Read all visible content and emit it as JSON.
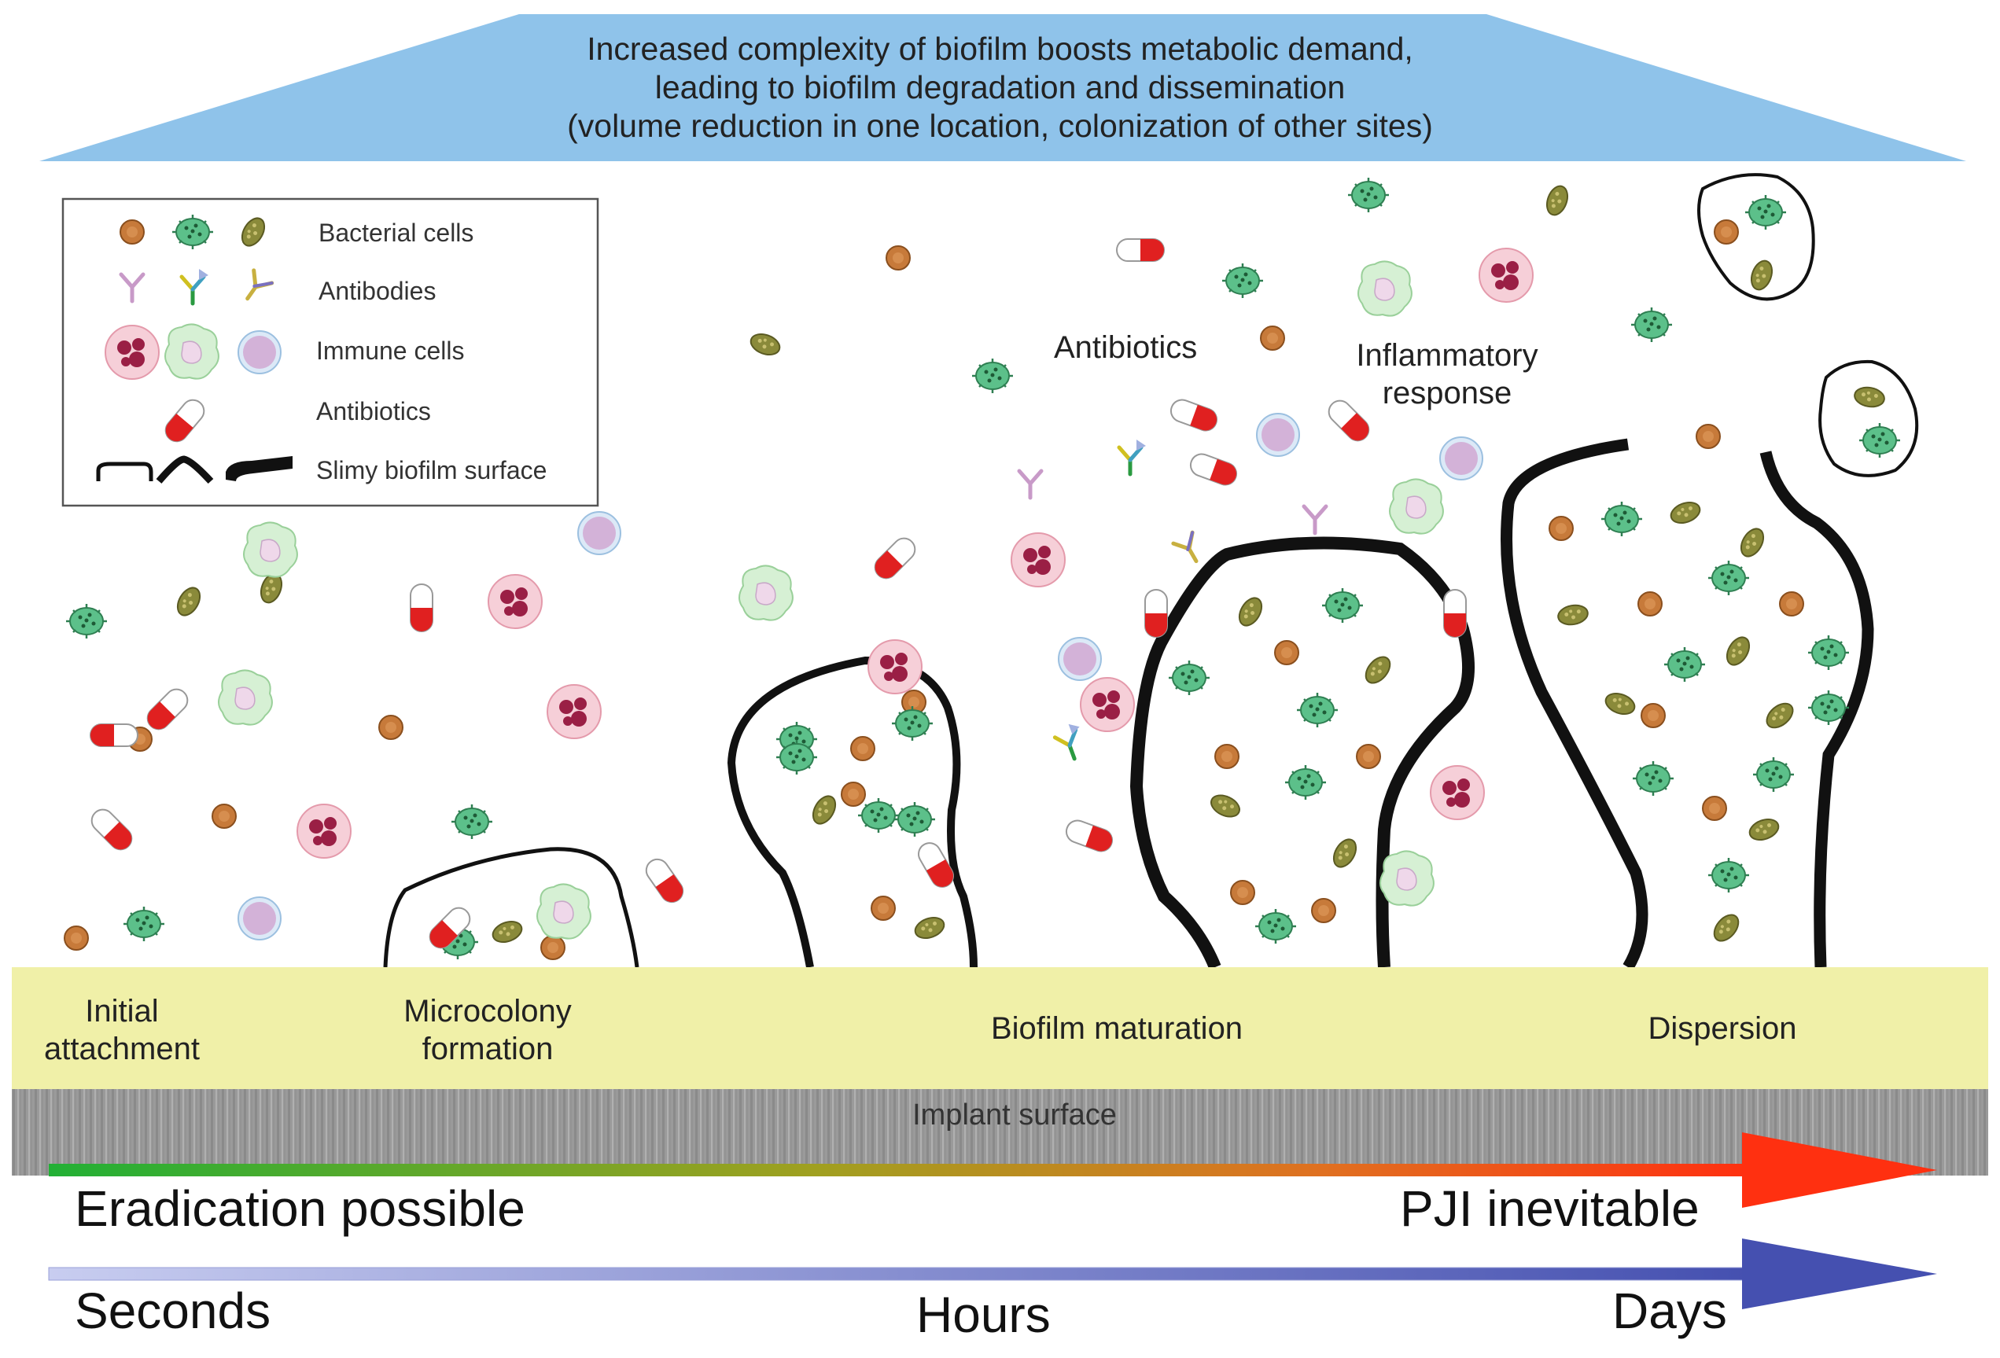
{
  "header": {
    "line1": "Increased complexity of biofilm boosts metabolic demand,",
    "line2": "leading to biofilm degradation and dissemination",
    "line3": "(volume reduction in one location, colonization of other sites)"
  },
  "legend": {
    "bacterial": "Bacterial cells",
    "antibodies": "Antibodies",
    "immune": "Immune cells",
    "antibiotics": "Antibiotics",
    "biofilm": "Slimy biofilm surface"
  },
  "labels": {
    "antibiotics": "Antibiotics",
    "inflammatory_1": "Inflammatory",
    "inflammatory_2": "response"
  },
  "stages": {
    "s1_a": "Initial",
    "s1_b": "attachment",
    "s2_a": "Microcolony",
    "s2_b": "formation",
    "s3": "Biofilm maturation",
    "s4": "Dispersion"
  },
  "implant": "Implant surface",
  "arrows": {
    "eradication": "Eradication possible",
    "pji": "PJI inevitable",
    "seconds": "Seconds",
    "hours": "Hours",
    "days": "Days"
  },
  "colors": {
    "header_blue": "#8fc3ea",
    "stage_band": "#f0f0a8",
    "bacteria_orange": "#c77a3a",
    "bacteria_green": "#5cc08a",
    "bacteria_olive": "#8a8a3a",
    "neutrophil_pink": "#f4c6d0",
    "macrophage_green": "#d6f0d4",
    "lymphocyte_violet": "#d9b8dc",
    "capsule_red": "#e02020",
    "arrow_green": "#22b035",
    "arrow_red": "#ff3010",
    "arrow_blue": "#4550b0"
  }
}
